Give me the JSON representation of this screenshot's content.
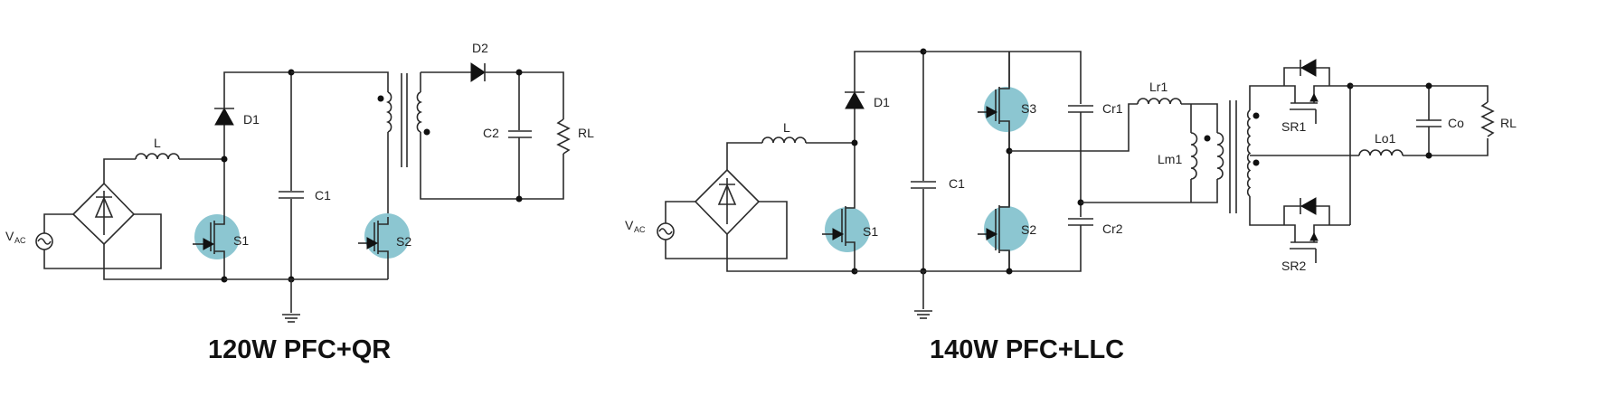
{
  "colors": {
    "wire": "#2b2b2b",
    "switch_highlight": "#8cc6d1",
    "background": "#ffffff",
    "title": "#111111"
  },
  "circuits": [
    {
      "id": "pfc-qr",
      "title": "120W PFC+QR",
      "labels": {
        "source": "V",
        "source_sub": "AC",
        "inductor": "L",
        "diode1": "D1",
        "switch1": "S1",
        "cap1": "C1",
        "switch2": "S2",
        "diode2": "D2",
        "cap2": "C2",
        "load": "RL"
      },
      "components": [
        "ac-source",
        "bridge-rectifier",
        "boost-inductor",
        "boost-diode",
        "pfc-switch",
        "bulk-capacitor",
        "flyback-transformer",
        "qr-switch",
        "output-diode",
        "output-capacitor",
        "load-resistor",
        "ground"
      ]
    },
    {
      "id": "pfc-llc",
      "title": "140W PFC+LLC",
      "labels": {
        "source": "V",
        "source_sub": "AC",
        "inductor": "L",
        "diode1": "D1",
        "switch1": "S1",
        "cap1": "C1",
        "switch3": "S3",
        "switch2": "S2",
        "cap_r1": "Cr1",
        "cap_r2": "Cr2",
        "ind_r1": "Lr1",
        "ind_m1": "Lm1",
        "sr1": "SR1",
        "sr2": "SR2",
        "ind_o1": "Lo1",
        "cap_o": "Co",
        "load": "RL"
      },
      "components": [
        "ac-source",
        "bridge-rectifier",
        "boost-inductor",
        "boost-diode",
        "pfc-switch",
        "bulk-capacitor",
        "half-bridge-switches",
        "resonant-capacitors",
        "resonant-inductor",
        "magnetizing-inductor",
        "center-tap-transformer",
        "sync-rectifiers",
        "output-inductor",
        "output-capacitor",
        "load-resistor",
        "ground"
      ]
    }
  ]
}
